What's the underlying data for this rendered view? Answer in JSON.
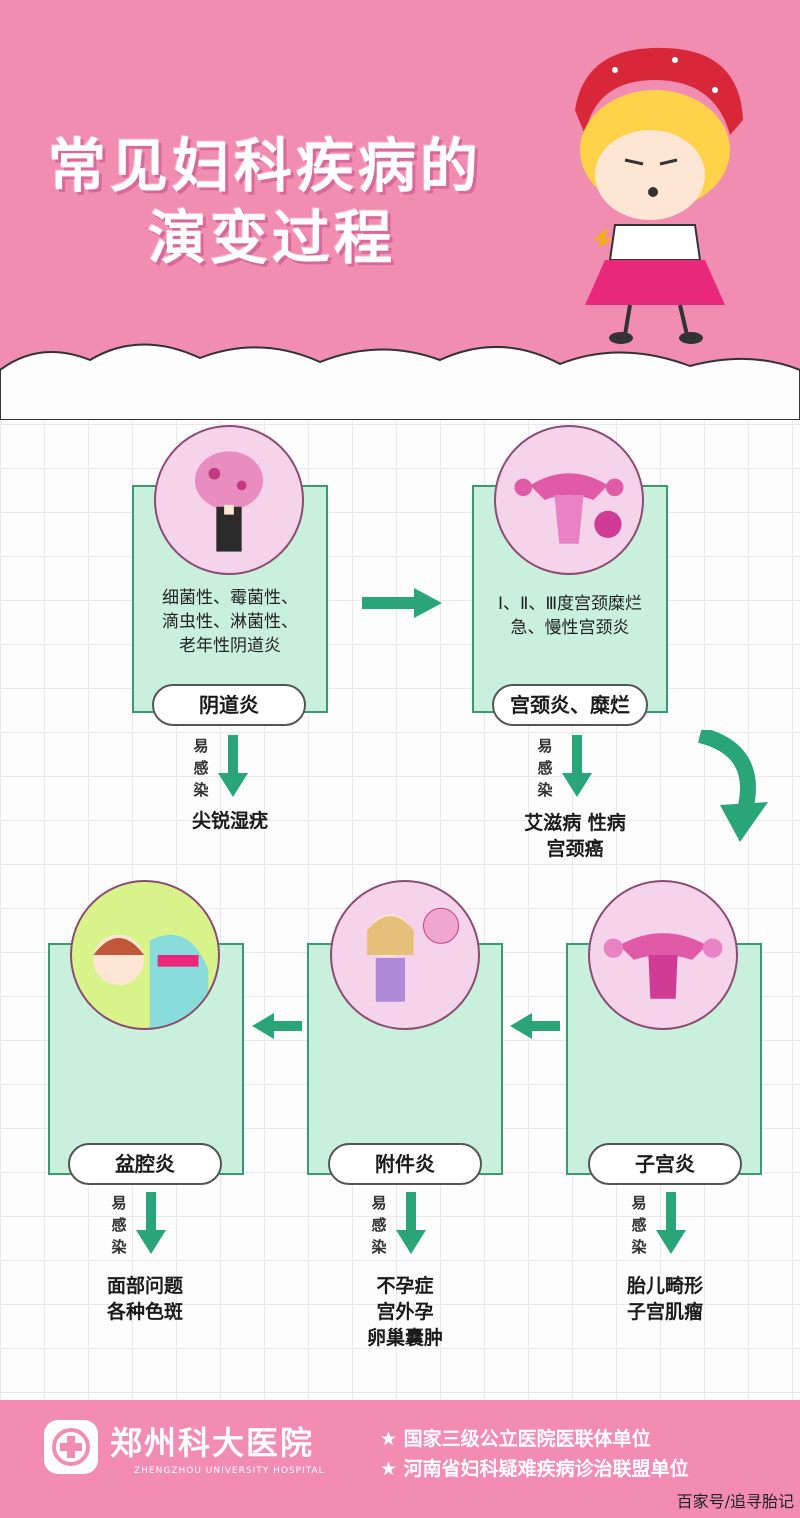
{
  "title": {
    "line1": "常见妇科疾病的",
    "line2": "演变过程"
  },
  "easy_label": [
    "易",
    "感",
    "染"
  ],
  "stages": {
    "vaginitis": {
      "name": "阴道炎",
      "desc": [
        "细菌性、霉菌性、",
        "滴虫性、淋菌性、",
        "老年性阴道炎"
      ],
      "results": [
        "尖锐湿疣"
      ]
    },
    "cervicitis": {
      "name": "宫颈炎、糜烂",
      "desc": [
        "Ⅰ、Ⅱ、Ⅲ度宫颈糜烂",
        "急、慢性宫颈炎"
      ],
      "results": [
        "艾滋病 性病",
        "宫颈癌"
      ]
    },
    "endometritis": {
      "name": "子宫炎",
      "results": [
        "胎儿畸形",
        "子宫肌瘤"
      ]
    },
    "adnexitis": {
      "name": "附件炎",
      "results": [
        "不孕症",
        "宫外孕",
        "卵巢囊肿"
      ]
    },
    "pelvic": {
      "name": "盆腔炎",
      "results": [
        "面部问题",
        "各种色斑"
      ]
    }
  },
  "footer": {
    "hospital_name": "郑州科大医院",
    "hospital_en": "ZHENGZHOU UNIVERSITY HOSPITAL",
    "tags": [
      "★ 国家三级公立医院医联体单位",
      "★ 河南省妇科疑难疾病诊治联盟单位"
    ],
    "watermark": "百家号/追寻胎记"
  },
  "colors": {
    "pink": "#f08db1",
    "mint": "#c9f0dc",
    "green_arrow": "#2aa57a",
    "circle_fill": "#f5d3ea"
  }
}
